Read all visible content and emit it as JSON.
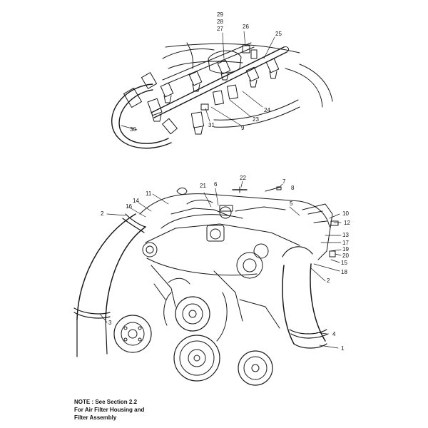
{
  "diagram": {
    "callouts": {
      "c29": "29",
      "c28": "28",
      "c27": "27",
      "c26": "26",
      "c25": "25",
      "c24": "24",
      "c23": "23",
      "c9top": "9",
      "c31": "31",
      "c30": "30",
      "c22": "22",
      "c21": "21",
      "c6": "6",
      "c7": "7",
      "c8": "8",
      "c11": "11",
      "c14": "14",
      "c16": "16",
      "c2left": "2",
      "c5": "5",
      "c10": "10",
      "c12": "12",
      "c13": "13",
      "c17": "17",
      "c19": "19",
      "c20": "20",
      "c15": "15",
      "c18": "18",
      "c2right": "2",
      "c4": "4",
      "c1": "1",
      "c3": "3"
    },
    "note": {
      "line1": "NOTE : See Section 2.2",
      "line2": "For Air Filter Housing and",
      "line3": "Filter Assembly"
    }
  }
}
